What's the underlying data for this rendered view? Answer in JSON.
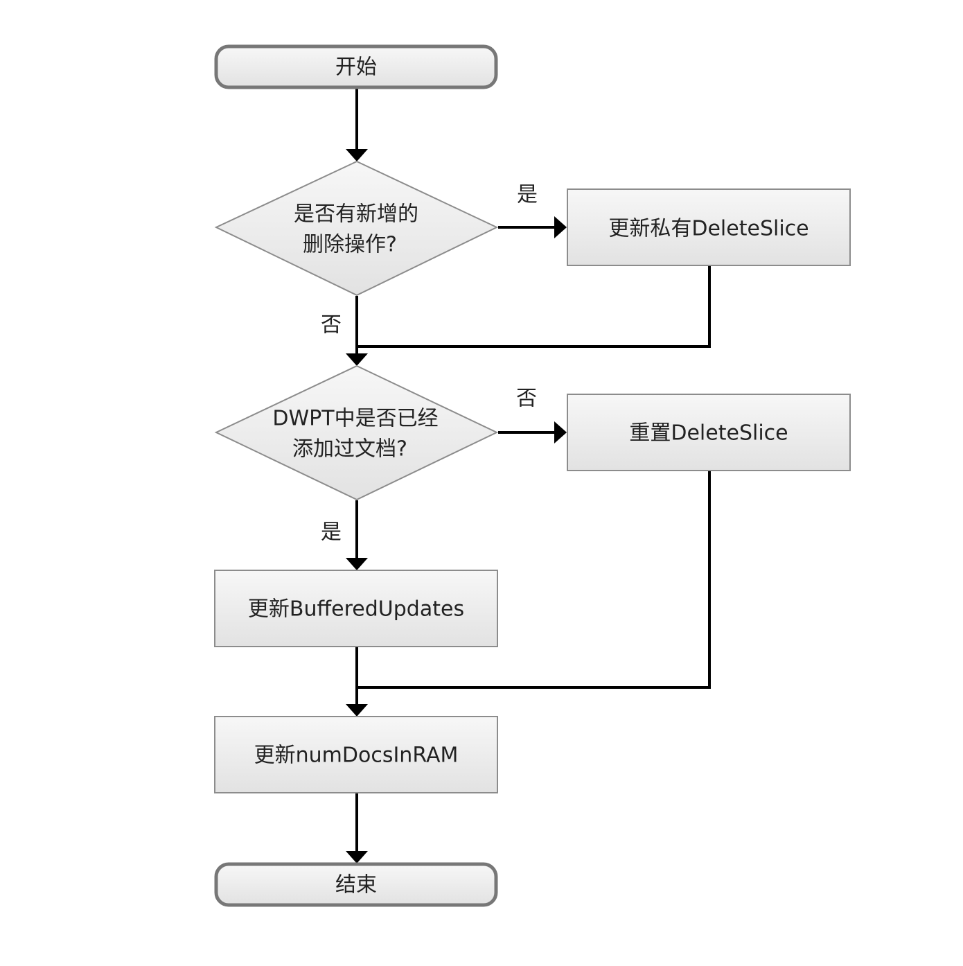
{
  "nodes": {
    "start": "开始",
    "decision1": [
      "是否有新增的",
      "删除操作?"
    ],
    "update_private": "更新私有DeleteSlice",
    "decision2": [
      "DWPT中是否已经",
      "添加过文档?"
    ],
    "reset_slice": "重置DeleteSlice",
    "update_buffered": "更新BufferedUpdates",
    "update_numdocs": "更新numDocsInRAM",
    "end": "结束"
  },
  "edges": {
    "d1_yes": "是",
    "d1_no": "否",
    "d2_no": "否",
    "d2_yes": "是"
  },
  "colors": {
    "node_fill_top": "#f7f7f7",
    "node_fill_bottom": "#e2e2e2",
    "rounded_border": "#777777",
    "rect_border": "#8c8c8c",
    "line": "#000000"
  }
}
